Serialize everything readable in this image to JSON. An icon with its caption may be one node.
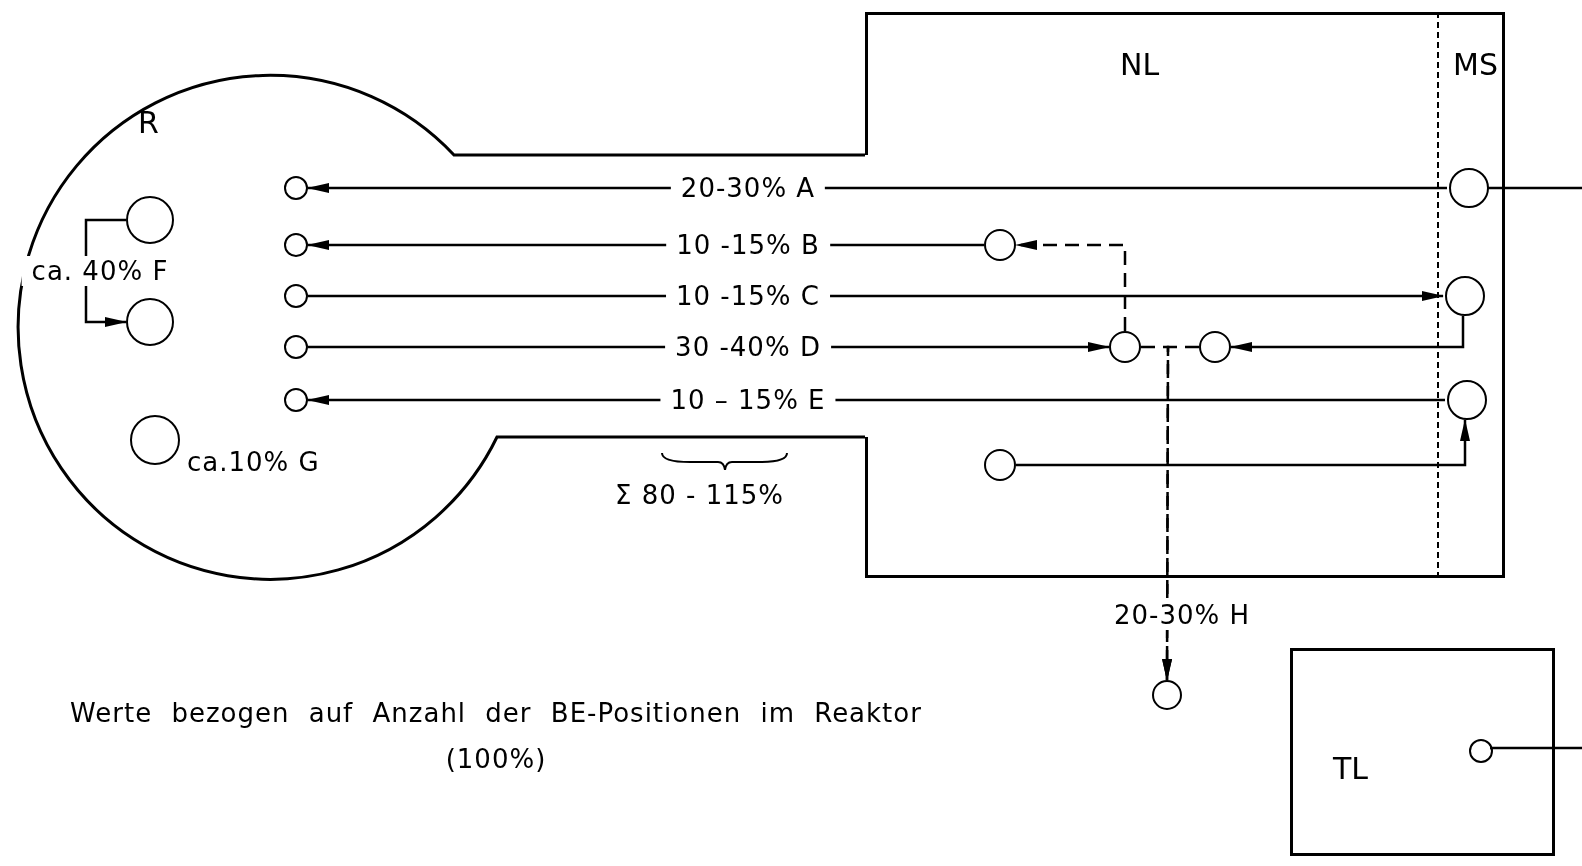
{
  "diagram": {
    "nodes": [
      {
        "text": [
          "R"
        ]
      },
      {
        "text": [
          "NL"
        ]
      },
      {
        "text": [
          "MS"
        ],
        "in": 1
      },
      {
        "text": [
          "TL"
        ]
      },
      {
        "text": [],
        "shape": "circle",
        "in": 0
      },
      {
        "text": [],
        "shape": "circle",
        "in": 0
      },
      {
        "text": [],
        "shape": "circle",
        "in": 0,
        "beside": [
          "ca.10% G"
        ]
      },
      {
        "text": [],
        "shape": "circle",
        "in": 0
      },
      {
        "text": [],
        "shape": "circle",
        "in": 0
      },
      {
        "text": [],
        "shape": "circle",
        "in": 0
      },
      {
        "text": [],
        "shape": "circle",
        "in": 0
      },
      {
        "text": [],
        "shape": "circle",
        "in": 0
      },
      {
        "text": [],
        "shape": "circle",
        "in": 2
      },
      {
        "text": [],
        "shape": "circle",
        "in": 1
      },
      {
        "text": [],
        "shape": "circle",
        "in": 2
      },
      {
        "text": [],
        "shape": "circle",
        "in": 1
      },
      {
        "text": [],
        "shape": "circle",
        "in": 1
      },
      {
        "text": [],
        "shape": "circle",
        "in": 2
      },
      {
        "text": [],
        "shape": "circle",
        "in": 1
      },
      {
        "text": [],
        "shape": "circle"
      },
      {
        "text": [],
        "shape": "circle",
        "in": 3
      }
    ],
    "edges": [
      {
        "from": 4,
        "to": 5,
        "arrow": "to",
        "label": "ca. 40% F"
      },
      {
        "from": 12,
        "to": 7,
        "arrow": "to",
        "label": "20-30% A"
      },
      {
        "from": 12,
        "to": null,
        "arrow": "none"
      },
      {
        "from": 13,
        "to": 8,
        "arrow": "to",
        "label": "10 -15% B"
      },
      {
        "from": 15,
        "to": 13,
        "arrow": "to",
        "style": "dashed"
      },
      {
        "from": 9,
        "to": 14,
        "arrow": "to",
        "label": "10 -15% C"
      },
      {
        "from": 10,
        "to": 15,
        "arrow": "to",
        "label": "30 -40% D"
      },
      {
        "from": 14,
        "to": 16,
        "arrow": "to"
      },
      {
        "from": 15,
        "to": 19,
        "arrow": "to",
        "style": "dashed",
        "label": "20-30% H"
      },
      {
        "from": 16,
        "to": 19,
        "arrow": "to",
        "style": "dashed"
      },
      {
        "from": 17,
        "to": 11,
        "arrow": "to",
        "label": "10 – 15% E"
      },
      {
        "from": 18,
        "to": 17,
        "arrow": "to"
      },
      {
        "from": 20,
        "to": null,
        "arrow": "none"
      }
    ],
    "labels": [
      "Σ 80 - 115%",
      "Werte bezogen auf Anzahl der BE-Positionen im Reaktor (100%)"
    ]
  }
}
